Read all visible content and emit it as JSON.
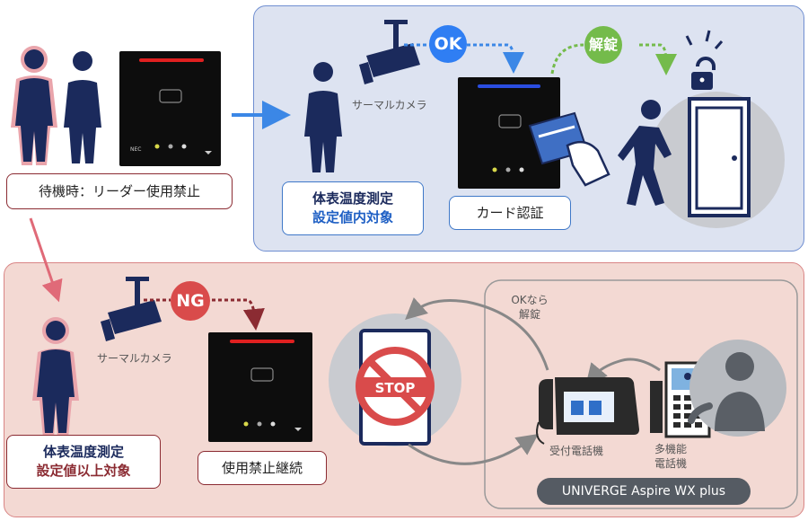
{
  "labels": {
    "standby": "待機時：リーダー使用禁止",
    "thermal_camera": "サーマルカメラ",
    "temp_line1": "体表温度測定",
    "temp_ok_line2": "設定値内対象",
    "temp_ng_line2": "設定値以上対象",
    "card_auth": "カード認証",
    "ok": "OK",
    "unlock": "解錠",
    "ng": "NG",
    "disabled_continue": "使用禁止継続",
    "ok_unlock_line1": "OKなら",
    "ok_unlock_line2": "解錠",
    "reception_phone": "受付電話機",
    "multi_phone_line1": "多機能",
    "multi_phone_line2": "電話機",
    "product": "UNIVERGE Aspire WX plus",
    "stop": "STOP",
    "reader_brand": "NEC"
  },
  "colors": {
    "figure_navy": "#1b2a5c",
    "red_bar": "#e02020",
    "blue_bar": "#2a4de0",
    "ok_blue": "#2f7ef3",
    "unlock_green": "#74bb4b",
    "ng_red": "#d94b4b",
    "dark_red_text": "#8b2b32",
    "blue_text": "#1e5fc4"
  }
}
